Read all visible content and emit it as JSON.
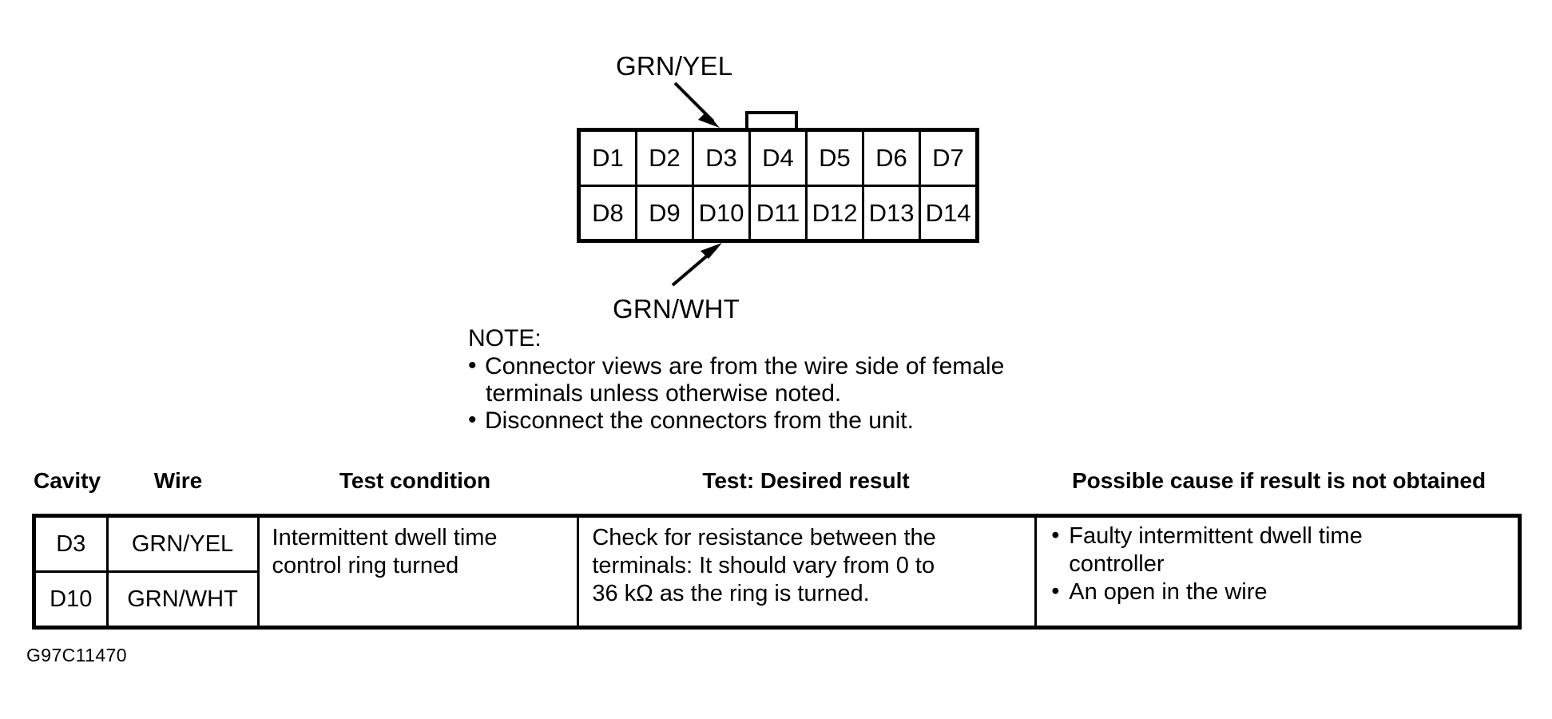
{
  "diagram": {
    "wire_callouts": [
      {
        "label": "GRN/YEL",
        "points_to": "D3"
      },
      {
        "label": "GRN/WHT",
        "points_to": "D10"
      }
    ],
    "connector": {
      "tab_above_cavity": "D4",
      "rows": [
        [
          "D1",
          "D2",
          "D3",
          "D4",
          "D5",
          "D6",
          "D7"
        ],
        [
          "D8",
          "D9",
          "D10",
          "D11",
          "D12",
          "D13",
          "D14"
        ]
      ]
    }
  },
  "note": {
    "title": "NOTE:",
    "bullet": "•",
    "items": [
      {
        "line1": "Connector views are from the wire side of female",
        "line2": "terminals unless otherwise noted."
      },
      {
        "line1": "Disconnect the connectors from the unit.",
        "line2": ""
      }
    ]
  },
  "table": {
    "headers": [
      "Cavity",
      "Wire",
      "Test condition",
      "Test: Desired result",
      "Possible cause if result is not obtained"
    ],
    "cavity": [
      "D3",
      "D10"
    ],
    "wire": [
      "GRN/YEL",
      "GRN/WHT"
    ],
    "test_condition": {
      "line1": "Intermittent dwell time",
      "line2": "control ring turned"
    },
    "desired_result": {
      "line1": "Check for resistance between the",
      "line2": "terminals: It should vary from 0 to",
      "line3": "36 kΩ as the ring is turned."
    },
    "possible_cause": {
      "bullet": "•",
      "items": [
        {
          "line1": "Faulty intermittent dwell time",
          "line2": "controller"
        },
        {
          "line1": "An open in the wire",
          "line2": ""
        }
      ]
    }
  },
  "figure_id": "G97C11470"
}
